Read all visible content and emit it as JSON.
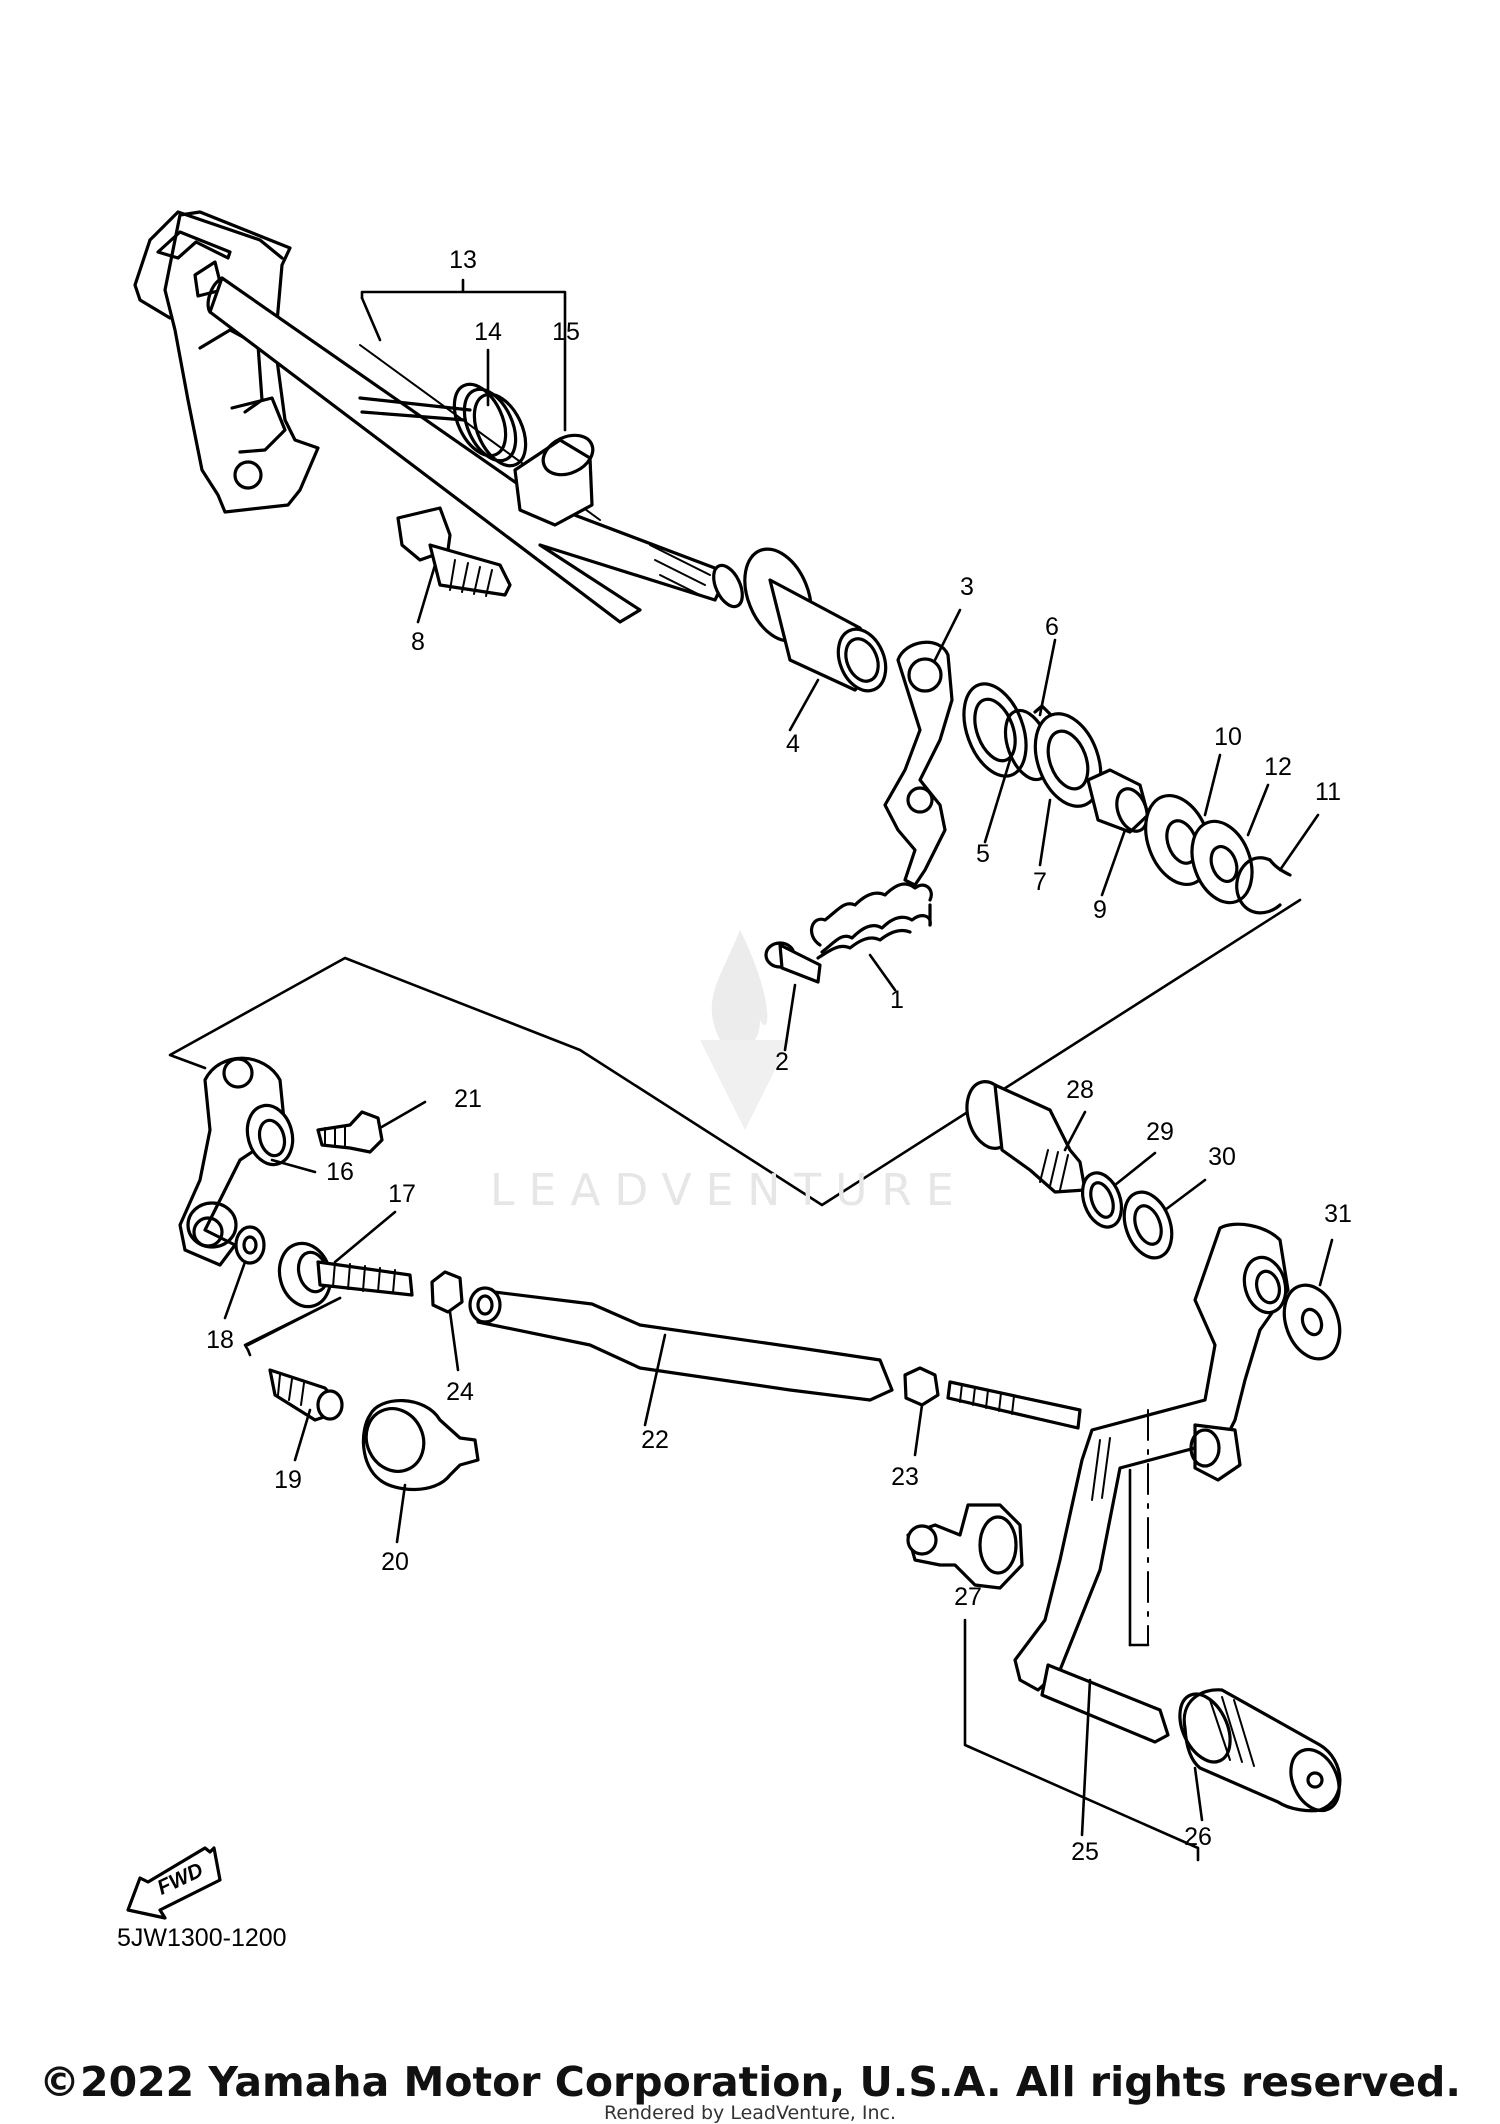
{
  "callouts": [
    "1",
    "2",
    "3",
    "4",
    "5",
    "6",
    "7",
    "8",
    "9",
    "10",
    "11",
    "12",
    "13",
    "14",
    "15",
    "16",
    "17",
    "18",
    "19",
    "20",
    "21",
    "22",
    "23",
    "24",
    "25",
    "26",
    "27",
    "28",
    "29",
    "30",
    "31"
  ],
  "diagram_code": "5JW1300-1200",
  "fwd_label": "FWD",
  "watermark": "LEADVENTURE",
  "copyright": "©2022 Yamaha Motor Corporation, U.S.A. All rights reserved.",
  "rendered_by": "Rendered by LeadVenture, Inc."
}
